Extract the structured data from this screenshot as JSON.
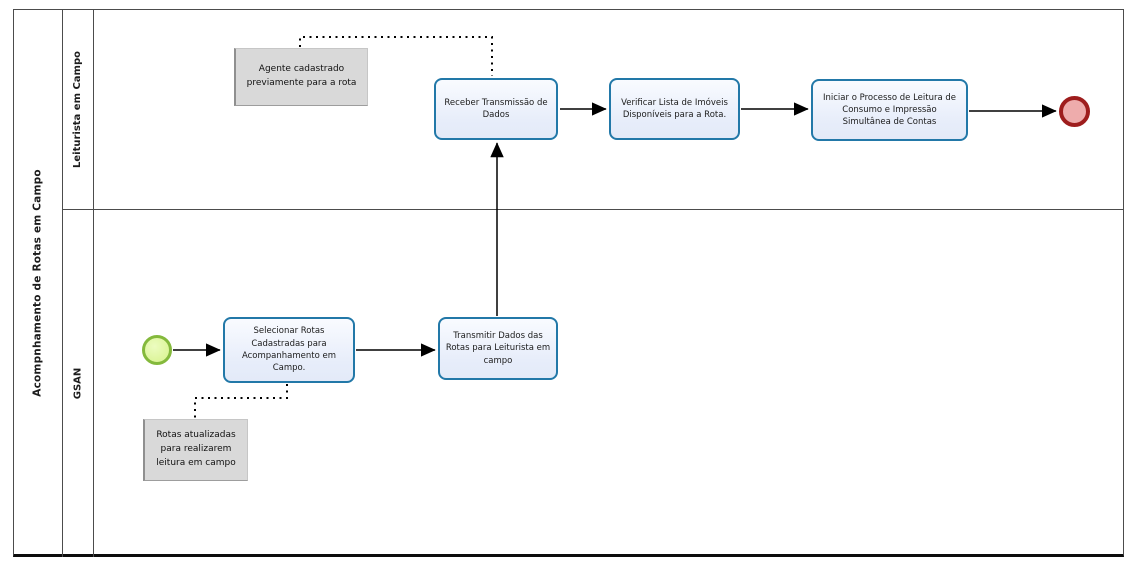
{
  "pool": {
    "title": "Acompnhamento de Rotas em Campo"
  },
  "lanes": [
    {
      "label": "Leiturista em Campo"
    },
    {
      "label": "GSAN"
    }
  ],
  "nodes": {
    "start_event": {
      "type": "start-event"
    },
    "task_selecionar": {
      "label": "Selecionar Rotas Cadastradas para Acompanhamento em Campo."
    },
    "task_transmitir": {
      "label": "Transmitir Dados das Rotas para Leiturista em campo"
    },
    "task_receber": {
      "label": "Receber Transmissão de Dados"
    },
    "task_verificar": {
      "label": "Verificar Lista de Imóveis Disponíveis para a Rota."
    },
    "task_iniciar": {
      "label": "Iniciar o Processo de Leitura de Consumo e Impressão Simultânea de Contas"
    },
    "end_event": {
      "type": "end-event"
    }
  },
  "annotations": {
    "agente": {
      "label": "Agente cadastrado previamente para a rota"
    },
    "rotas": {
      "label": "Rotas atualizadas para realizarem leitura em campo"
    }
  },
  "colors": {
    "task_border": "#2278a8",
    "task_fill": "#e9eefb",
    "start_border": "#84b93c",
    "start_fill": "#ddf59b",
    "end_border": "#9e1d1d",
    "end_fill": "#eeacac",
    "annotation_fill": "#d9d9d9",
    "flow_line": "#000000",
    "lane_line": "#4c4c4c"
  }
}
